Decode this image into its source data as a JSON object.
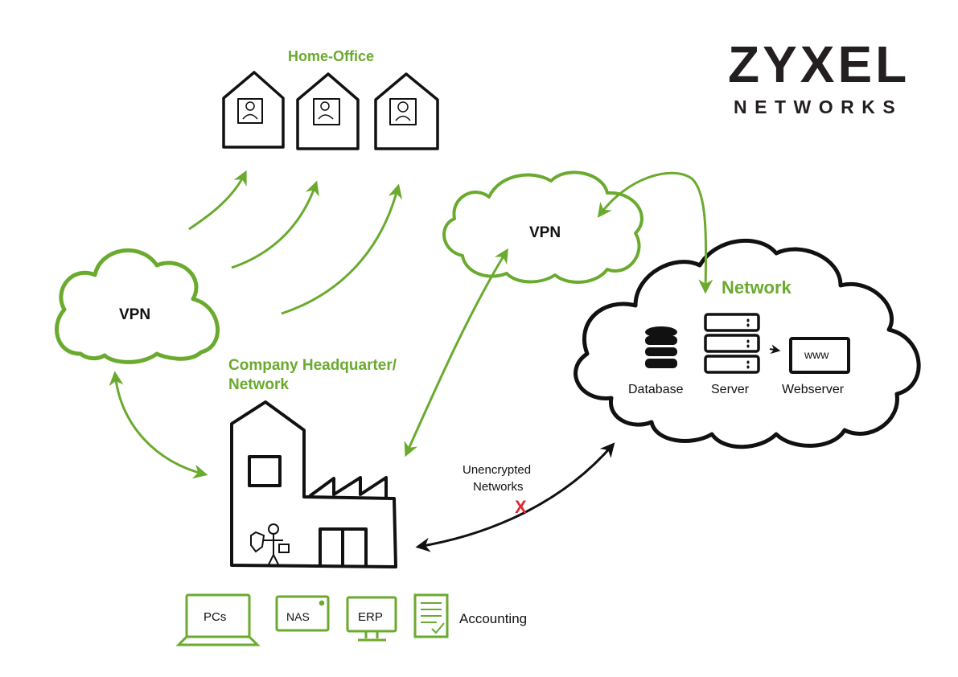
{
  "logo": {
    "brand": "ZYXEL",
    "subbrand": "NETWORKS",
    "x_color": "#5fb025"
  },
  "colors": {
    "green": "#6aaa2e",
    "black": "#111111",
    "red": "#e0282e"
  },
  "labels": {
    "home_office": "Home-Office",
    "vpn_left": "VPN",
    "vpn_top": "VPN",
    "network": "Network",
    "hq_line1": "Company Headquarter/",
    "hq_line2": "Network",
    "unencrypted_line1": "Unencrypted",
    "unencrypted_line2": "Networks",
    "x_mark": "X",
    "database": "Database",
    "server": "Server",
    "webserver": "Webserver",
    "www": "www",
    "pcs": "PCs",
    "nas": "NAS",
    "erp": "ERP",
    "accounting": "Accounting"
  },
  "icons": [
    "house-icon",
    "person-icon",
    "cloud-icon",
    "factory-icon",
    "database-icon",
    "server-icon",
    "webserver-icon",
    "laptop-icon",
    "nas-icon",
    "monitor-icon",
    "document-icon",
    "arrow-icon"
  ]
}
